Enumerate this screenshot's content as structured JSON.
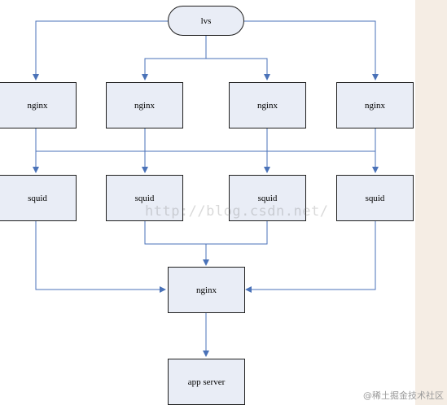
{
  "diagram": {
    "nodes": {
      "lvs": "lvs",
      "nginx_1": "nginx",
      "nginx_2": "nginx",
      "nginx_3": "nginx",
      "nginx_4": "nginx",
      "squid_1": "squid",
      "squid_2": "squid",
      "squid_3": "squid",
      "squid_4": "squid",
      "nginx_center": "nginx",
      "app_server": "app server"
    },
    "watermark": "http://blog.csdn.net/",
    "colors": {
      "connector": "#4a72b8",
      "box_fill": "#e9edf6",
      "box_border": "#1f1f1f",
      "background": "#f5ede4"
    }
  },
  "footer": {
    "credit": "@稀土掘金技术社区"
  }
}
